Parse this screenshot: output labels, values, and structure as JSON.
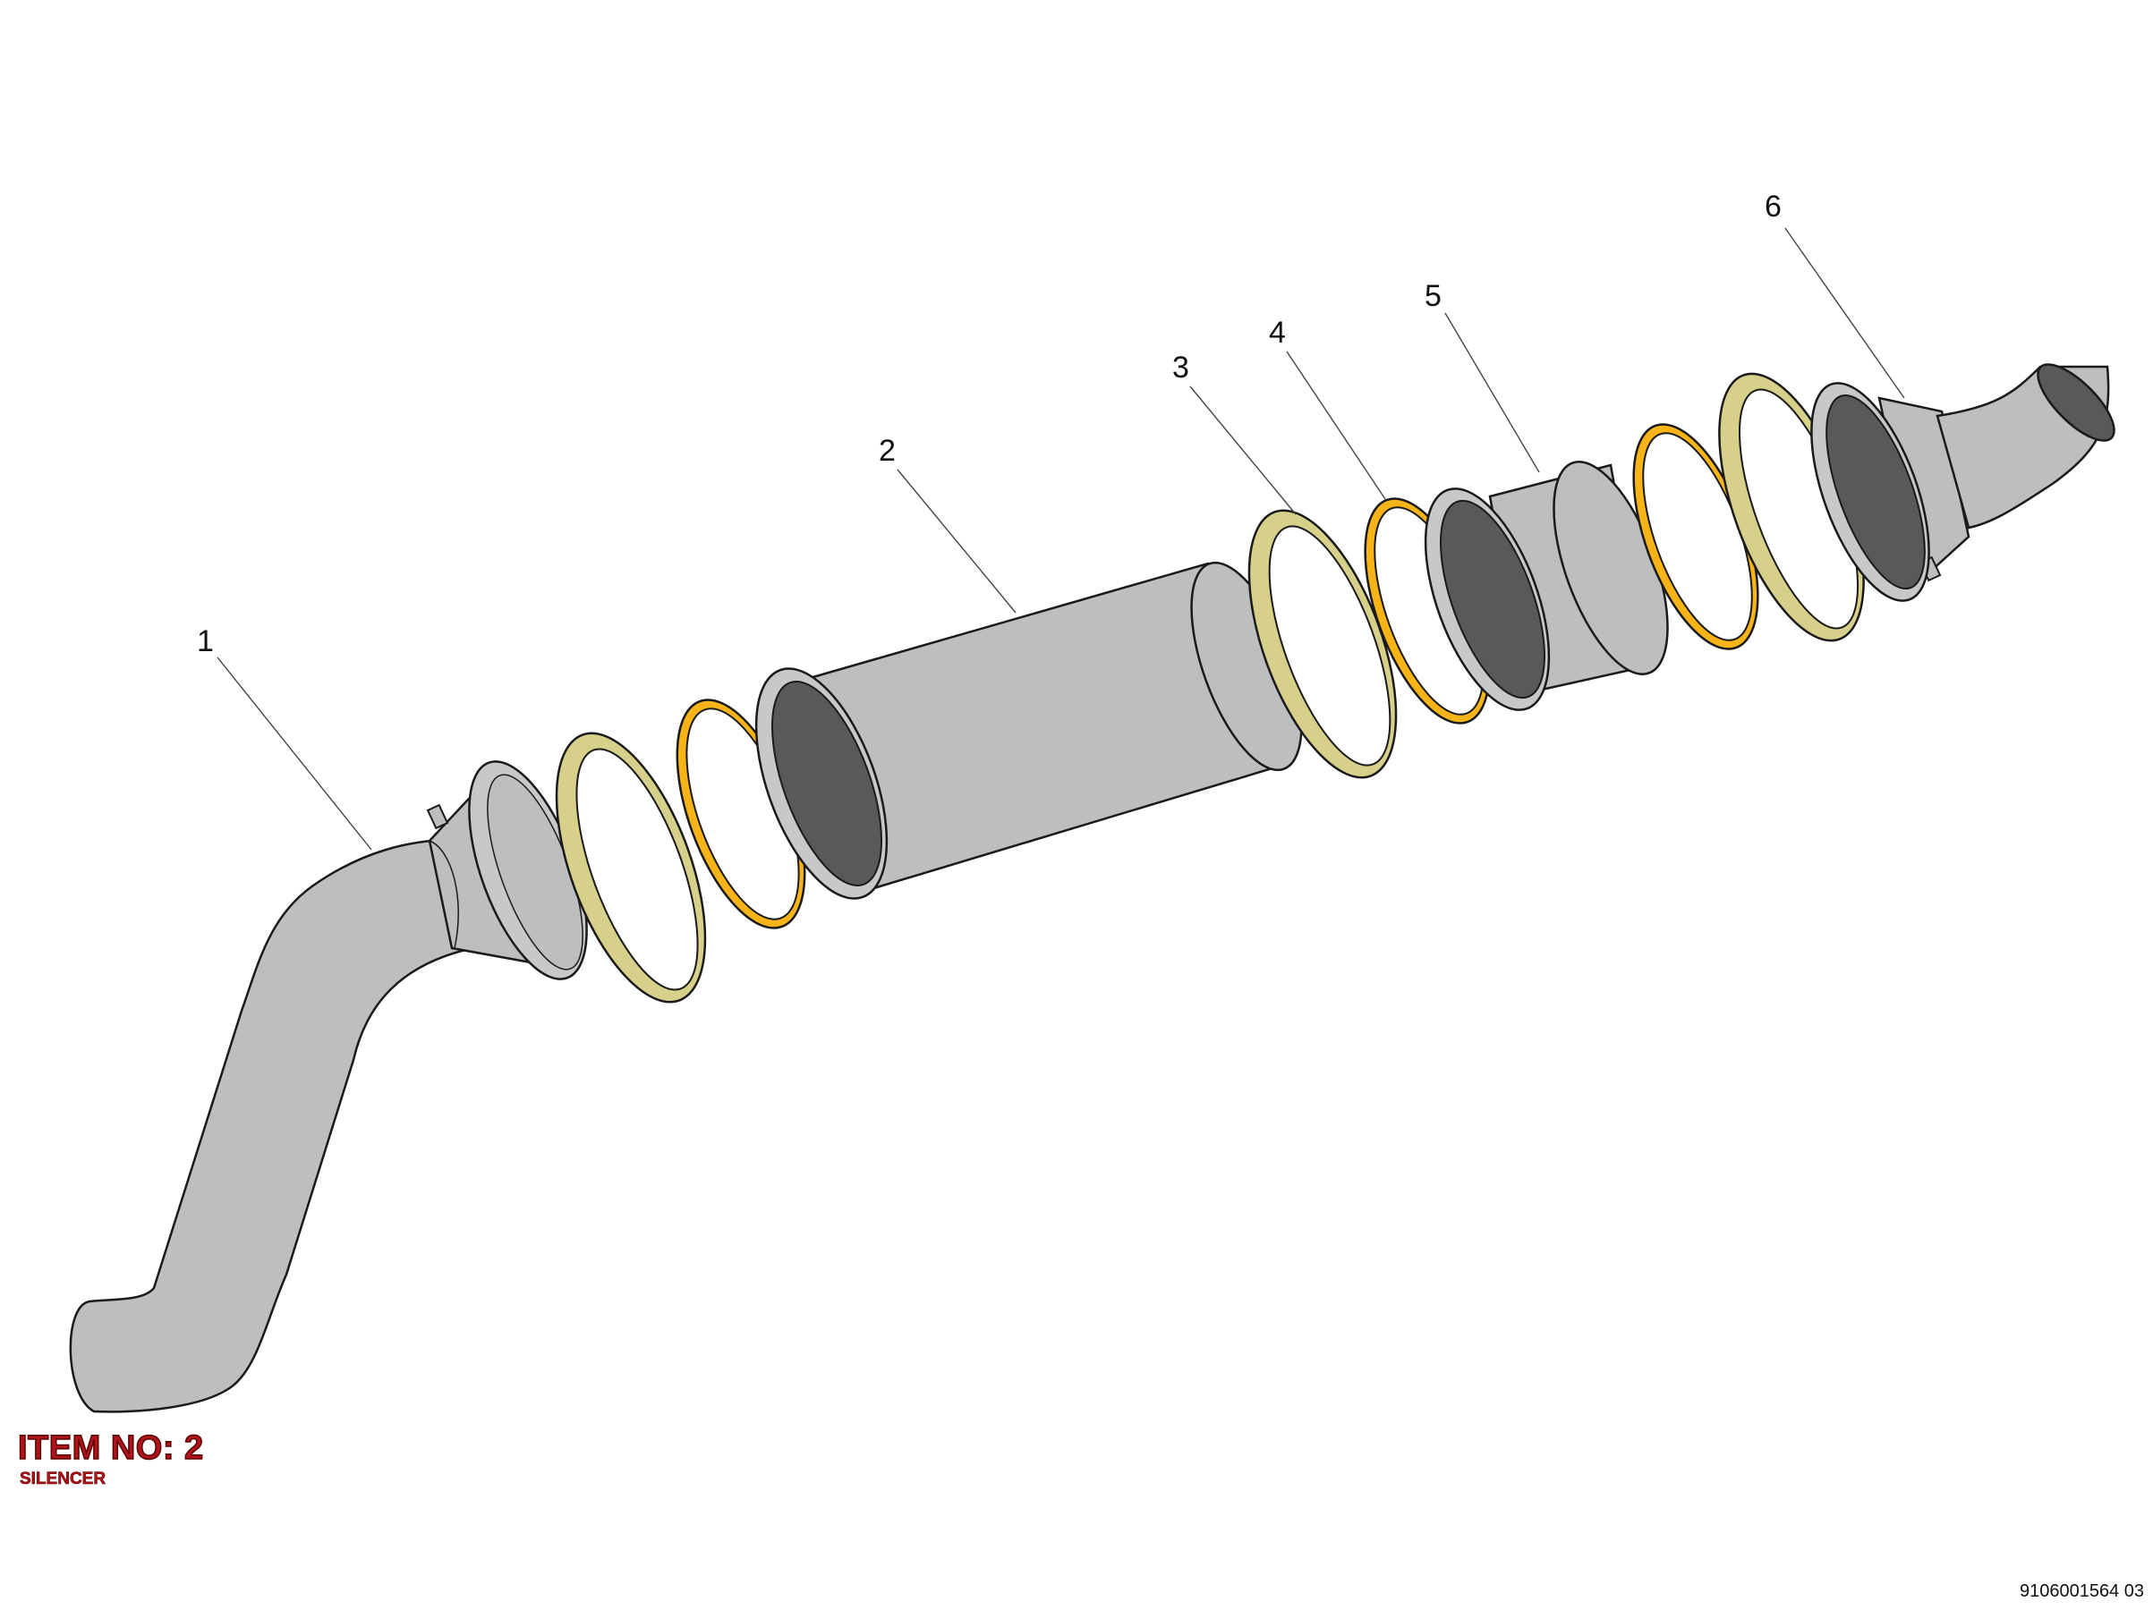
{
  "item": {
    "label": "ITEM NO: 2",
    "name": "SILENCER"
  },
  "drawing_number": "9106001564 03",
  "callouts": [
    "1",
    "2",
    "3",
    "4",
    "5",
    "6"
  ],
  "colors": {
    "pipe": "#bdbec0",
    "pipe_inner": "#58595b",
    "flange": "#c7c8ca",
    "clamp_band": "#d6d08a",
    "gasket": "#f7b418",
    "outline": "#1a1a1a",
    "title_red": "#b01319"
  }
}
